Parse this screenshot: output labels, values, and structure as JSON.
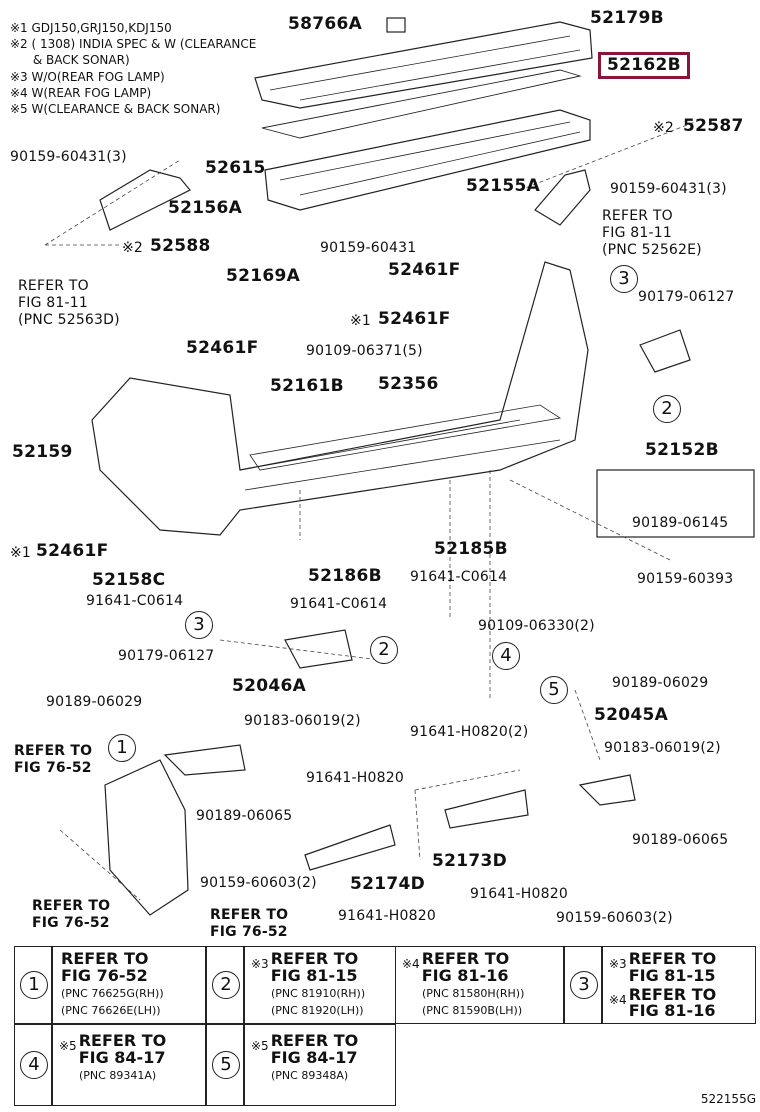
{
  "notes": [
    "※1 GDJ150,GRJ150,KDJ150",
    "※2 (      1308) INDIA SPEC & W (CLEARANCE",
    "      & BACK SONAR)",
    "※3 W/O(REAR FOG LAMP)",
    "※4 W(REAR FOG LAMP)",
    "※5 W(CLEARANCE & BACK SONAR)"
  ],
  "parts": {
    "p58766A": "58766A",
    "p52179B": "52179B",
    "p52162B": "52162B",
    "p52587": "52587",
    "p52587_mark": "※2",
    "p90159_60431_3a": "90159-60431(3)",
    "p52615": "52615",
    "p52156A": "52156A",
    "p52155A": "52155A",
    "p90159_60431_3b": "90159-60431(3)",
    "refer_52562E": "REFER TO\nFIG 81-11\n(PNC 52562E)",
    "p52588": "52588",
    "p52588_mark": "※2",
    "p90159_60431": "90159-60431",
    "p52461F_a": "52461F",
    "p52169A": "52169A",
    "refer_52563D": "REFER TO\nFIG 81-11\n(PNC 52563D)",
    "p52461F_b": "52461F",
    "p52461F_b_mark": "※1",
    "p90179_06127_a": "90179-06127",
    "p52461F_c": "52461F",
    "p90109_06371": "90109-06371(5)",
    "p52161B": "52161B",
    "p52356": "52356",
    "p52159": "52159",
    "p52152B": "52152B",
    "p90189_06145": "90189-06145",
    "p52461F_d": "52461F",
    "p52461F_d_mark": "※1",
    "p52185B": "52185B",
    "p52158C": "52158C",
    "p52186B": "52186B",
    "p91641_C0614_a": "91641-C0614",
    "p90159_60393": "90159-60393",
    "p91641_C0614_b": "91641-C0614",
    "p91641_C0614_c": "91641-C0614",
    "p90109_06330": "90109-06330(2)",
    "p90179_06127_b": "90179-06127",
    "p52046A": "52046A",
    "p90189_06029_a": "90189-06029",
    "p90183_06019_a": "90183-06019(2)",
    "p90189_06029_b": "90189-06029",
    "p52045A": "52045A",
    "p91641_H0820_2": "91641-H0820(2)",
    "p90183_06019_b": "90183-06019(2)",
    "refer_7652_a": "REFER TO\nFIG 76-52",
    "p91641_H0820_a": "91641-H0820",
    "p90189_06065_a": "90189-06065",
    "p52173D": "52173D",
    "p90189_06065_b": "90189-06065",
    "p90159_60603_a": "90159-60603(2)",
    "p52174D": "52174D",
    "p91641_H0820_b": "91641-H0820",
    "refer_7652_b": "REFER TO\nFIG 76-52",
    "refer_7652_c": "REFER TO\nFIG 76-52",
    "p91641_H0820_c": "91641-H0820",
    "p90159_60603_b": "90159-60603(2)"
  },
  "callouts": {
    "c1": "1",
    "c2": "2",
    "c3": "3",
    "c4": "4",
    "c5": "5"
  },
  "legend": {
    "r1": {
      "num": "1",
      "ref": "REFER TO\nFIG 76-52",
      "pnc": "(PNC 76625G(RH))\n(PNC 76626E(LH))"
    },
    "r2a": {
      "num": "2",
      "mark": "※3",
      "ref": "REFER TO\nFIG 81-15",
      "pnc": "(PNC 81910(RH))\n(PNC 81920(LH))"
    },
    "r2b": {
      "mark": "※4",
      "ref": "REFER TO\nFIG 81-16",
      "pnc": "(PNC 81580H(RH))\n(PNC 81590B(LH))"
    },
    "r3": {
      "num": "3",
      "mark_a": "※3",
      "ref_a": "REFER TO\nFIG 81-15",
      "mark_b": "※4",
      "ref_b": "REFER TO\nFIG 81-16"
    },
    "r4": {
      "num": "4",
      "mark": "※5",
      "ref": "REFER TO\nFIG 84-17",
      "pnc": "(PNC 89341A)"
    },
    "r5": {
      "num": "5",
      "mark": "※5",
      "ref": "REFER TO\nFIG 84-17",
      "pnc": "(PNC 89348A)"
    }
  },
  "footer": "522155G",
  "colors": {
    "highlight": "#8a1538",
    "line": "#222222"
  }
}
